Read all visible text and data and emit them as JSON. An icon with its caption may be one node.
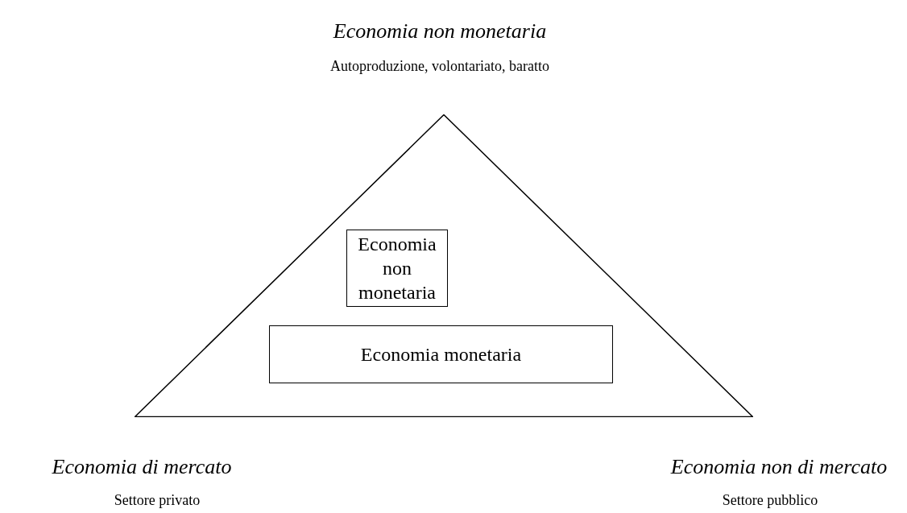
{
  "diagram": {
    "nodes": [
      {
        "text": [],
        "shape": "triangle"
      },
      {
        "text": [
          "Economia non monetaria"
        ],
        "in": 0
      },
      {
        "text": [
          "Economia monetaria"
        ],
        "in": 0
      }
    ],
    "labels": [
      "Economia non monetaria",
      "Autoproduzione, volontariato, baratto",
      "Economia di mercato",
      "Economia non di mercato",
      "Settore privato",
      "Settore pubblico"
    ]
  }
}
